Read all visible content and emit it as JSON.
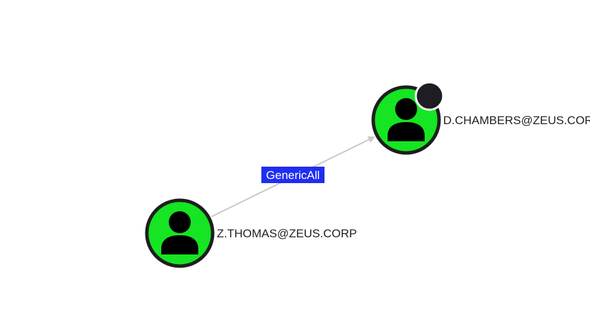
{
  "graph": {
    "nodes": [
      {
        "id": "dchambers",
        "label": "D.CHAMBERS@ZEUS.CORP",
        "kind": "user",
        "icon": "user-icon",
        "fill": "#15e522",
        "border": "#1e1e1e",
        "badge": {
          "present": true,
          "color": "#1e1d24"
        }
      },
      {
        "id": "zthomas",
        "label": "Z.THOMAS@ZEUS.CORP",
        "kind": "user",
        "icon": "user-icon",
        "fill": "#15e522",
        "border": "#1e1e1e",
        "badge": {
          "present": false
        }
      }
    ],
    "edges": [
      {
        "from": "zthomas",
        "to": "dchambers",
        "label": "GenericAll",
        "line_color": "#c8c8c8",
        "label_bg": "#1f2ef0",
        "label_color": "#ffffff"
      }
    ]
  }
}
